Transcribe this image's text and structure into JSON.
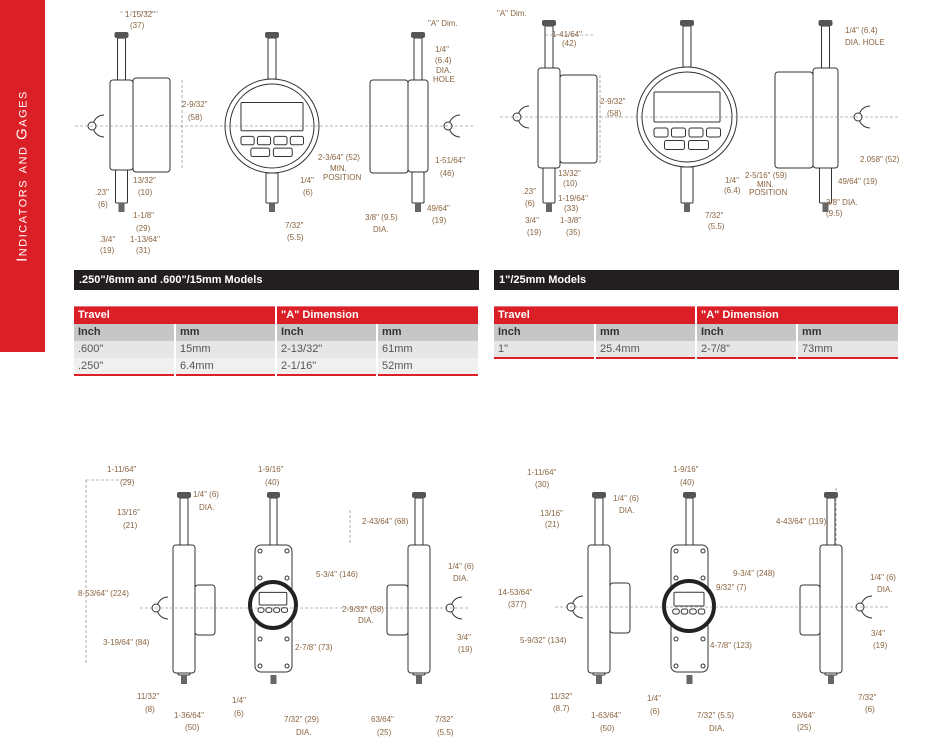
{
  "sidebar": {
    "title": "Indicators and Gages"
  },
  "sections": [
    {
      "title": ".250\"/6mm and .600\"/15mm Models",
      "table": {
        "group_headers": [
          "Travel",
          "\"A\" Dimension"
        ],
        "columns": [
          "Inch",
          "mm",
          "Inch",
          "mm"
        ],
        "rows": [
          [
            ".600\"",
            "15mm",
            "2-13/32\"",
            "61mm"
          ],
          [
            ".250\"",
            "6.4mm",
            "2-1/16\"",
            "52mm"
          ]
        ]
      }
    },
    {
      "title": "1\"/25mm Models",
      "table": {
        "group_headers": [
          "Travel",
          "\"A\" Dimension"
        ],
        "columns": [
          "Inch",
          "mm",
          "Inch",
          "mm"
        ],
        "rows": [
          [
            "1\"",
            "25.4mm",
            "2-7/8\"",
            "73mm"
          ]
        ]
      }
    }
  ],
  "drawings": {
    "top_left": [
      "1-15/32\"",
      "(37)",
      "2-9/32\"",
      "(58)",
      "13/32\"",
      "(10)",
      ".23\"",
      "(6)",
      "1-1/8\"",
      "(29)",
      ".3/4\"",
      "(19)",
      "1-13/64\"",
      "(31)",
      "2-3/64\" (52)",
      "MIN.",
      "POSITION",
      "1/4\"",
      "(6)",
      "7/32\"",
      "(5.5)",
      "\"A\" Dim.",
      "1/4\"",
      "(6.4)",
      "DIA.",
      "HOLE",
      "1-51/64\"",
      "(46)",
      "49/64\"",
      "(19)",
      "3/8\" (9.5)",
      "DIA."
    ],
    "top_right": [
      "\"A\" Dim.",
      "1-41/64\"",
      "(42)",
      "2-9/32\"",
      "(58)",
      "13/32\"",
      "(10)",
      ".23\"",
      "(6)",
      "1-19/64\"",
      "(33)",
      "3/4\"",
      "(19)",
      "1-3/8\"",
      "(35)",
      "1/4\"",
      "(6.4)",
      "2-5/16\" (59)",
      "MIN.",
      "POSITION",
      "7/32\"",
      "(5.5)",
      "1/4\" (6.4)",
      "DIA. HOLE",
      "2.058\" (52)",
      "49/64\" (19)",
      "3/8\" DIA.",
      "(9.5)"
    ],
    "bottom_left": [
      "1-11/64\"",
      "(29)",
      "1/4\" (6)",
      "DIA.",
      "13/16\"",
      "(21)",
      "8-53/64\" (224)",
      "3-19/64\" (84)",
      "11/32\"",
      "(8)",
      "1-36/64\"",
      "(50)",
      "1-9/16\"",
      "(40)",
      "5-3/4\" (146)",
      "2-7/8\" (73)",
      "1/4\"",
      "(6)",
      "7/32\" (29)",
      "DIA.",
      "2-43/64\" (68)",
      "1/4\" (6)",
      "DIA.",
      "2-9/32\" (58)",
      "DIA.",
      "3/4\"",
      "(19)",
      "63/64\"",
      "(25)",
      "7/32\"",
      "(5.5)"
    ],
    "bottom_right": [
      "1-11/64\"",
      "(30)",
      "1/4\" (6)",
      "DIA.",
      "13/16\"",
      "(21)",
      "14-53/64\"",
      "(377)",
      "5-9/32\" (134)",
      "11/32\"",
      "(8.7)",
      "1-63/64\"",
      "(50)",
      "1-9/16\"",
      "(40)",
      "9-3/4\" (248)",
      "9/32\" (7)",
      "4-7/8\" (123)",
      "1/4\"",
      "(6)",
      "7/32\" (5.5)",
      "DIA.",
      "4-43/64\" (119)",
      "1/4\" (6)",
      "DIA.",
      "3/4\"",
      "(19)",
      "7/32\"",
      "(6)",
      "63/64\"",
      "(25)"
    ]
  },
  "colors": {
    "accent": "#db1f27",
    "bar": "#231f20",
    "dimension_text": "#8a6440"
  }
}
